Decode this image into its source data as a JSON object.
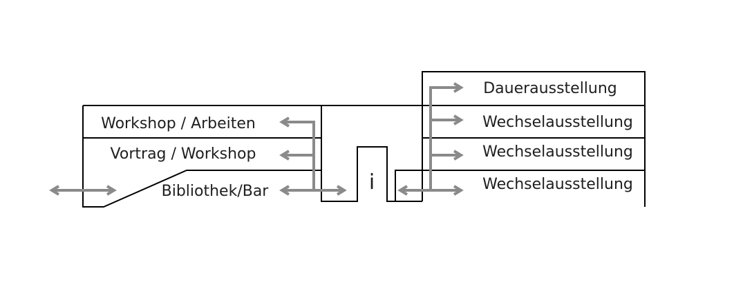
{
  "left_rooms": {
    "workshop_arbeiten": "Workshop / Arbeiten",
    "vortrag_workshop": "Vortrag / Workshop",
    "bibliothek_bar": "Bibliothek/Bar"
  },
  "info_symbol": "i",
  "right_rooms": {
    "dauerausstellung": "Dauerausstellung",
    "wechselausstellung_1": "Wechselausstellung",
    "wechselausstellung_2": "Wechselausstellung",
    "wechselausstellung_3": "Wechselausstellung"
  },
  "colors": {
    "wall": "#000000",
    "circulation_arrow": "#8a8a8a",
    "text": "#1e1e1e"
  }
}
